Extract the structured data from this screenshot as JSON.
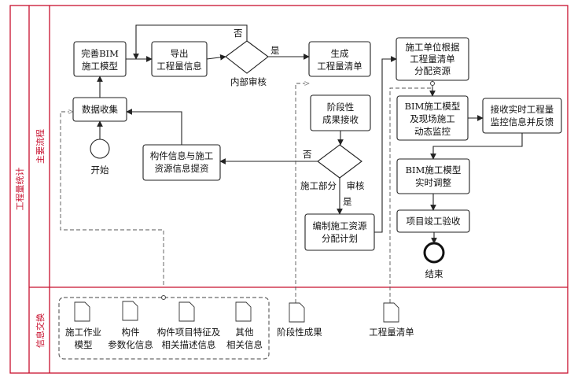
{
  "lanes": {
    "outer": "工程量统计",
    "main": "主要流程",
    "exchange": "信息交换"
  },
  "nodes": {
    "perfect_bim": [
      "完善BIM",
      "施工模型"
    ],
    "export_qty": [
      "导出",
      "工程量信息"
    ],
    "internal_audit": "内部审核",
    "gen_list": [
      "生成",
      "工程量清单"
    ],
    "contractor_allocate": [
      "施工单位根据",
      "工程量清单",
      "分配资源"
    ],
    "data_collect": "数据收集",
    "stage_result": [
      "阶段性",
      "成果接收"
    ],
    "bim_monitor": [
      "BIM施工模型",
      "及现场施工",
      "动态监控"
    ],
    "receive_feedback": [
      "接收实时工程量",
      "监控信息并反馈"
    ],
    "start": "开始",
    "component_extract": [
      "构件信息与施工",
      "资源信息提资"
    ],
    "construction_audit_left": "施工部分",
    "construction_audit_right": "审核",
    "bim_adjust": [
      "BIM施工模型",
      "实时调整"
    ],
    "compile_plan": [
      "编制施工资源",
      "分配计划"
    ],
    "acceptance": "项目竣工验收",
    "end": "结束"
  },
  "edge_labels": {
    "no1": "否",
    "yes1": "是",
    "no2": "否",
    "yes2": "是"
  },
  "documents": {
    "work_model": [
      "施工作业",
      "模型"
    ],
    "param_info": [
      "构件",
      "参数化信息"
    ],
    "feature_desc": [
      "构件项目特征及",
      "相关描述信息"
    ],
    "other_info": [
      "其他",
      "相关信息"
    ],
    "stage_doc": "阶段性成果",
    "list_doc": "工程量清单"
  }
}
